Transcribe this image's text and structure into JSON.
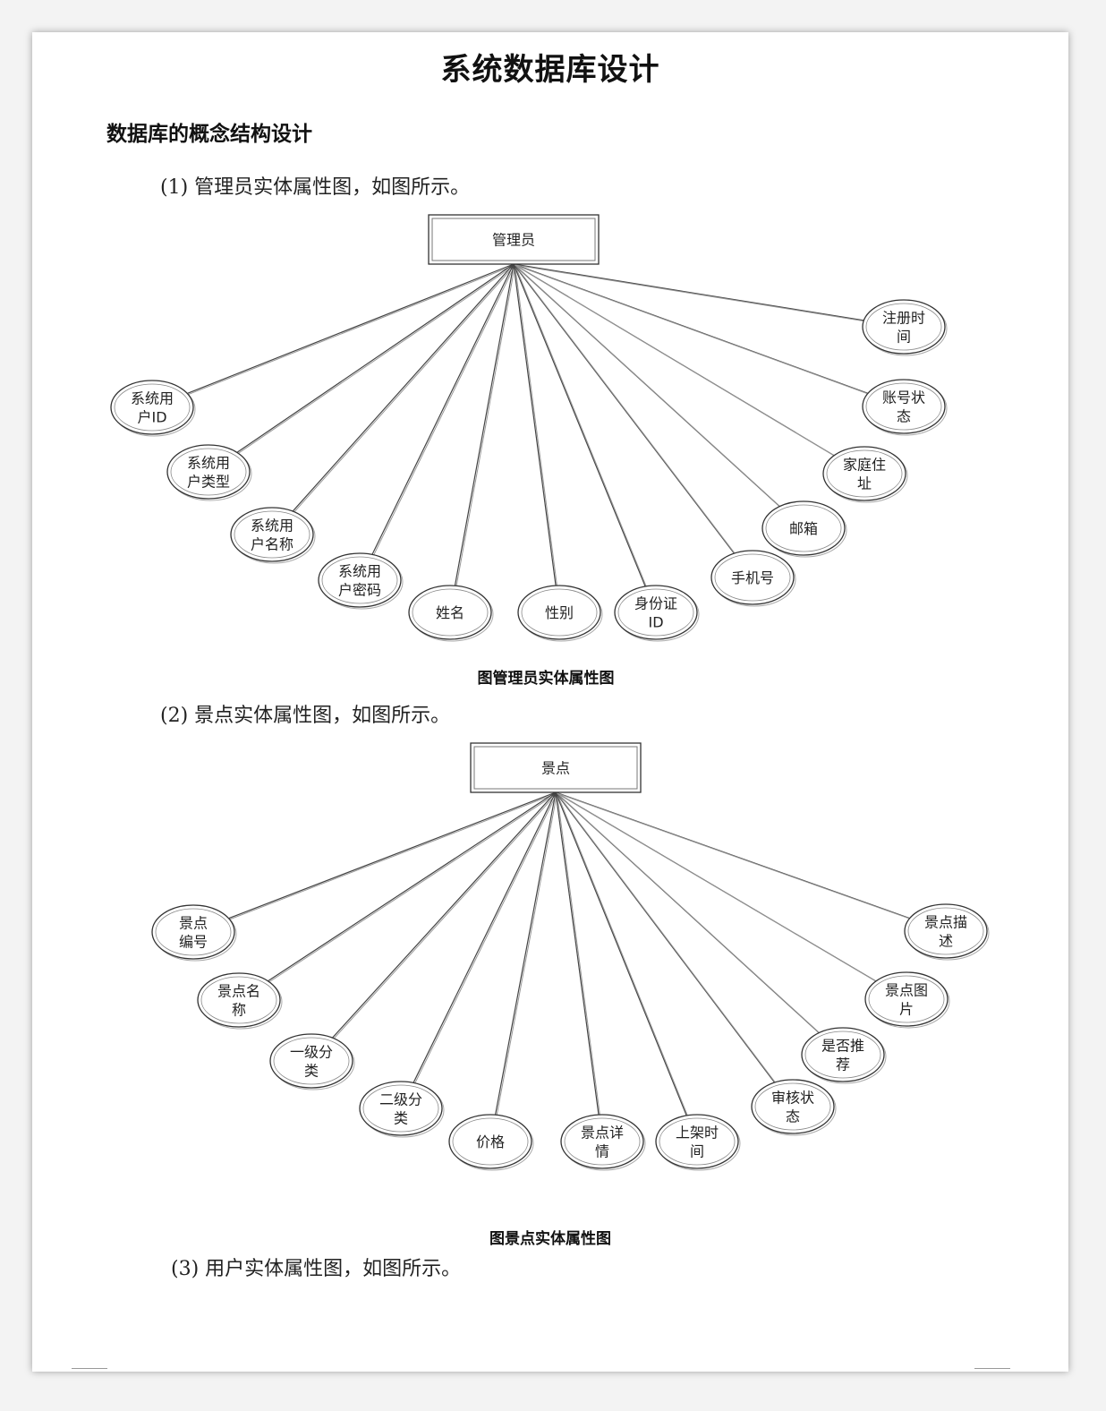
{
  "document": {
    "title": "系统数据库设计",
    "section_heading": "数据库的概念结构设计",
    "paragraphs": {
      "p1": "(1)  管理员实体属性图，如图所示。",
      "p2": "(2)  景点实体属性图，如图所示。",
      "p3": "(3)  用户实体属性图，如图所示。"
    }
  },
  "figures": [
    {
      "entity": "管理员",
      "caption": "图管理员实体属性图",
      "attributes": [
        [
          "系统用",
          "户ID"
        ],
        [
          "系统用",
          "户类型"
        ],
        [
          "系统用",
          "户名称"
        ],
        [
          "系统用",
          "户密码"
        ],
        [
          "姓名"
        ],
        [
          "性别"
        ],
        [
          "身份证",
          "ID"
        ],
        [
          "手机号"
        ],
        [
          "邮箱"
        ],
        [
          "家庭住",
          "址"
        ],
        [
          "账号状",
          "态"
        ],
        [
          "注册时",
          "间"
        ]
      ]
    },
    {
      "entity": "景点",
      "caption": "图景点实体属性图",
      "attributes": [
        [
          "景点",
          "编号"
        ],
        [
          "景点名",
          "称"
        ],
        [
          "一级分",
          "类"
        ],
        [
          "二级分",
          "类"
        ],
        [
          "价格"
        ],
        [
          "景点详",
          "情"
        ],
        [
          "上架时",
          "间"
        ],
        [
          "审核状",
          "态"
        ],
        [
          "是否推",
          "荐"
        ],
        [
          "景点图",
          "片"
        ],
        [
          "景点描",
          "述"
        ]
      ]
    }
  ]
}
